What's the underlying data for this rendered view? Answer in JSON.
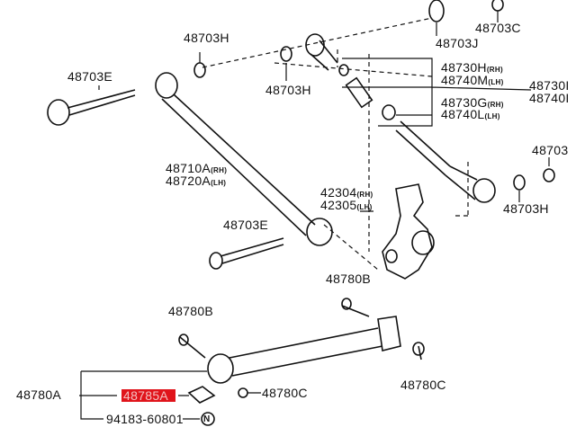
{
  "labels": {
    "p48703J": "48703J",
    "p48703C": "48703C",
    "p48703H_a": "48703H",
    "p48703H_b": "48703H",
    "p48703E_a": "48703E",
    "p48730H": "48730H",
    "p48740M": "48740M",
    "p48730_cut": "48730I",
    "p48740_cut": "48740I",
    "p48730G": "48730G",
    "p48740L": "48740L",
    "p48703_r": "48703",
    "p48703H_c": "48703H",
    "p48710A": "48710A",
    "p48720A": "48720A",
    "p42304": "42304",
    "p42305": "42305",
    "p48703E_b": "48703E",
    "p48780B_a": "48780B",
    "p48780B_b": "48780B",
    "p48780A": "48780A",
    "p48785A": "48785A",
    "p94183": "94183-60801",
    "p48780C_a": "48780C",
    "p48780C_b": "48780C",
    "n_mark": "N"
  },
  "suffix": {
    "rh": "(RH)",
    "lh": "(LH)"
  },
  "highlight_color": "#e0141b"
}
